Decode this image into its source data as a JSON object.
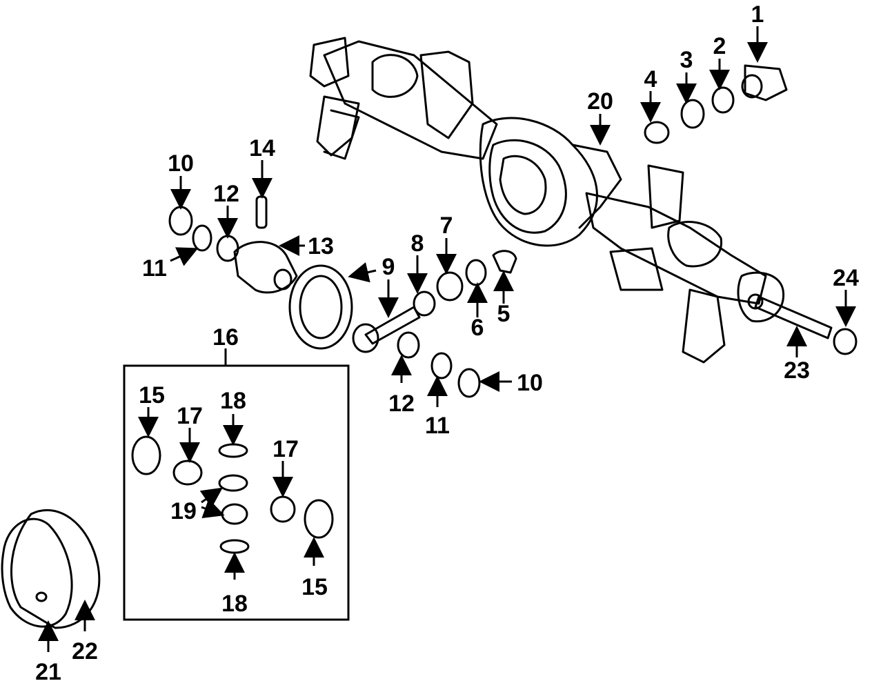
{
  "callouts": {
    "c1": "1",
    "c2": "2",
    "c3": "3",
    "c4": "4",
    "c5": "5",
    "c6": "6",
    "c7": "7",
    "c8": "8",
    "c9": "9",
    "c10a": "10",
    "c10b": "10",
    "c11a": "11",
    "c11b": "11",
    "c12a": "12",
    "c12b": "12",
    "c13": "13",
    "c14": "14",
    "c15a": "15",
    "c15b": "15",
    "c16": "16",
    "c17a": "17",
    "c17b": "17",
    "c18a": "18",
    "c18b": "18",
    "c19": "19",
    "c20": "20",
    "c21": "21",
    "c22": "22",
    "c23": "23",
    "c24": "24"
  },
  "colors": {
    "ink": "#000000",
    "background": "#ffffff"
  }
}
